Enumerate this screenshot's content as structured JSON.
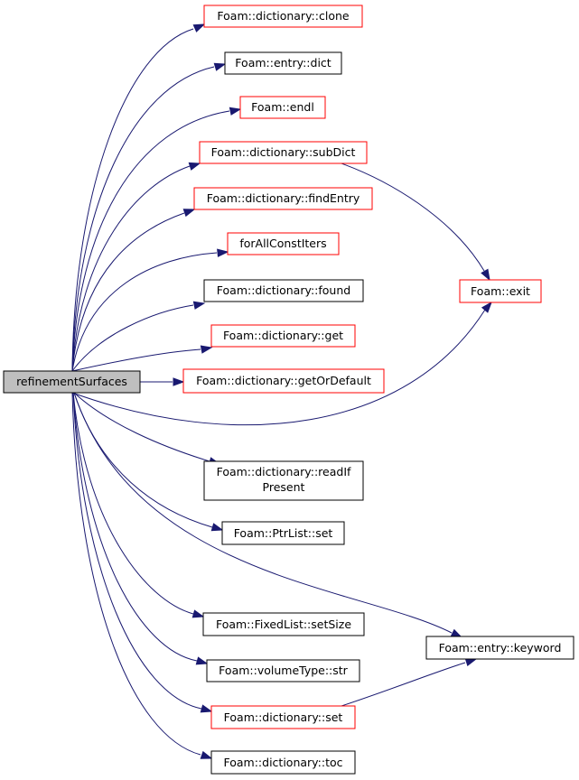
{
  "colors": {
    "edge": "#191970",
    "root_fill": "#bfbfbf",
    "border_red": "#ff0000",
    "border_black": "#000000",
    "fill": "#ffffff"
  },
  "graph": {
    "root": {
      "label": "refinementSurfaces"
    },
    "nodes": [
      {
        "id": "clone",
        "label": "Foam::dictionary::clone",
        "border": "red"
      },
      {
        "id": "entry-dict",
        "label": "Foam::entry::dict",
        "border": "black"
      },
      {
        "id": "endl",
        "label": "Foam::endl",
        "border": "red"
      },
      {
        "id": "subdict",
        "label": "Foam::dictionary::subDict",
        "border": "red"
      },
      {
        "id": "findentry",
        "label": "Foam::dictionary::findEntry",
        "border": "red"
      },
      {
        "id": "forallconstiters",
        "label": "forAllConstIters",
        "border": "red"
      },
      {
        "id": "found",
        "label": "Foam::dictionary::found",
        "border": "black"
      },
      {
        "id": "get",
        "label": "Foam::dictionary::get",
        "border": "red"
      },
      {
        "id": "getordefault",
        "label": "Foam::dictionary::getOrDefault",
        "border": "red"
      },
      {
        "id": "readifpresent",
        "label": [
          "Foam::dictionary::readIf",
          "Present"
        ],
        "border": "black"
      },
      {
        "id": "ptrlist-set",
        "label": "Foam::PtrList::set",
        "border": "black"
      },
      {
        "id": "fixedlist-setsize",
        "label": "Foam::FixedList::setSize",
        "border": "black"
      },
      {
        "id": "volumetype-str",
        "label": "Foam::volumeType::str",
        "border": "black"
      },
      {
        "id": "dictionary-set",
        "label": "Foam::dictionary::set",
        "border": "red"
      },
      {
        "id": "toc",
        "label": "Foam::dictionary::toc",
        "border": "black"
      },
      {
        "id": "exit",
        "label": "Foam::exit",
        "border": "red"
      },
      {
        "id": "keyword",
        "label": "Foam::entry::keyword",
        "border": "black"
      }
    ],
    "edges": [
      {
        "from": "root",
        "to": "clone"
      },
      {
        "from": "root",
        "to": "entry-dict"
      },
      {
        "from": "root",
        "to": "endl"
      },
      {
        "from": "root",
        "to": "subdict"
      },
      {
        "from": "root",
        "to": "findentry"
      },
      {
        "from": "root",
        "to": "forallconstiters"
      },
      {
        "from": "root",
        "to": "found"
      },
      {
        "from": "root",
        "to": "get"
      },
      {
        "from": "root",
        "to": "getordefault"
      },
      {
        "from": "root",
        "to": "exit"
      },
      {
        "from": "root",
        "to": "readifpresent"
      },
      {
        "from": "root",
        "to": "ptrlist-set"
      },
      {
        "from": "root",
        "to": "keyword"
      },
      {
        "from": "root",
        "to": "fixedlist-setsize"
      },
      {
        "from": "root",
        "to": "volumetype-str"
      },
      {
        "from": "root",
        "to": "dictionary-set"
      },
      {
        "from": "root",
        "to": "toc"
      },
      {
        "from": "subdict",
        "to": "exit"
      },
      {
        "from": "dictionary-set",
        "to": "keyword"
      }
    ]
  }
}
